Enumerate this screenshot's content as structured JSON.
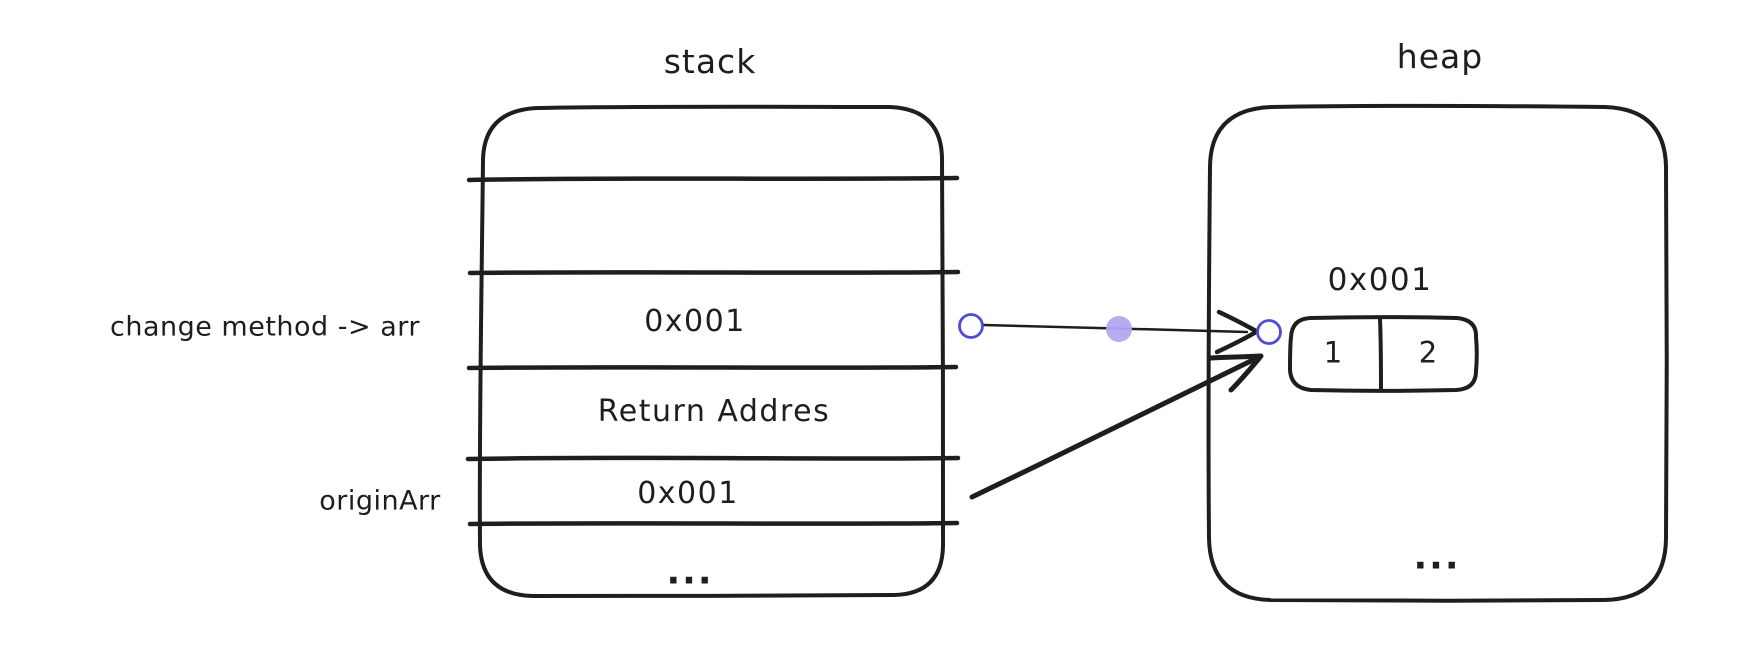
{
  "diagram": {
    "stack": {
      "title": "stack",
      "rows": [
        {
          "label": "",
          "value": ""
        },
        {
          "label": "",
          "value": ""
        },
        {
          "label": "change method -> arr",
          "value": "0x001"
        },
        {
          "label": "",
          "value": "Return Addres"
        },
        {
          "label": "originArr",
          "value": "0x001"
        },
        {
          "label": "",
          "value": "..."
        }
      ]
    },
    "heap": {
      "title": "heap",
      "array": {
        "address": "0x001",
        "cells": [
          "1",
          "2"
        ]
      },
      "ellipsis": "..."
    },
    "colors": {
      "ink": "#1e1e1e",
      "binding_stroke": "#4f4cd6",
      "handle_fill": "#b2a8ee",
      "background": "#ffffff"
    }
  }
}
